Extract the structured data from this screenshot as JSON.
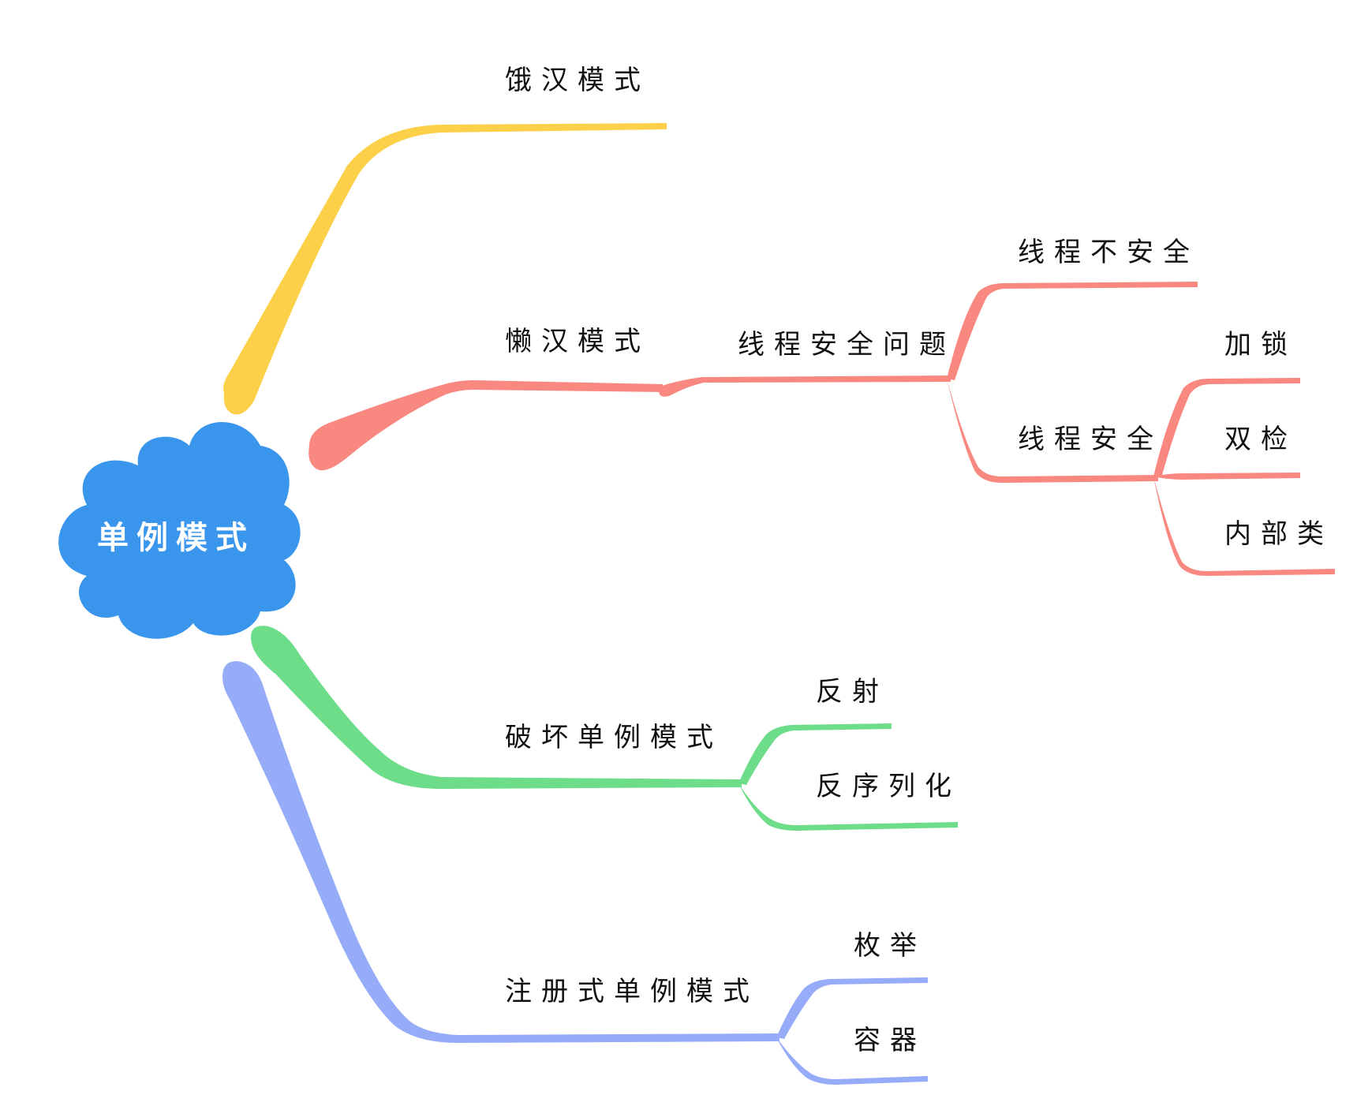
{
  "root": {
    "label": "单例模式",
    "color": "#3a96ed"
  },
  "colors": {
    "yellow": "#fdd04a",
    "red": "#f98880",
    "green": "#6edd8a",
    "blue": "#96acf8"
  },
  "nodes": {
    "ehan": "饿汉模式",
    "lanhan": "懒汉模式",
    "thread_issue": "线程安全问题",
    "not_safe": "线程不安全",
    "safe": "线程安全",
    "lock": "加锁",
    "double_check": "双检",
    "inner_class": "内部类",
    "break": "破坏单例模式",
    "reflection": "反射",
    "deserialize": "反序列化",
    "register": "注册式单例模式",
    "enum": "枚举",
    "container": "容器"
  }
}
